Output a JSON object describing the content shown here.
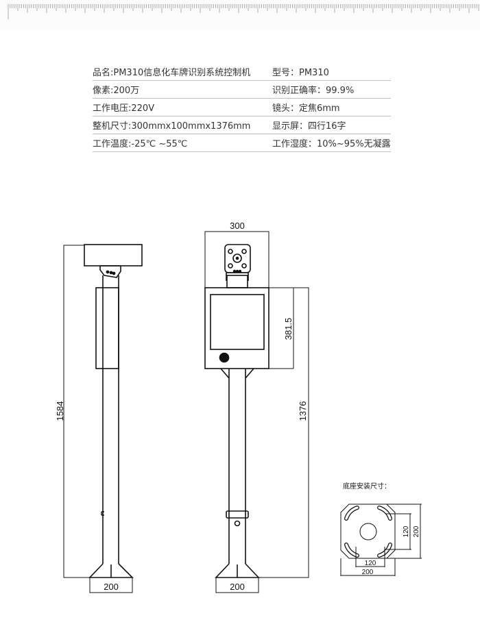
{
  "specs": [
    {
      "left": "品名:PM310信息化车牌识别系统控制机",
      "right": "型号：PM310"
    },
    {
      "left": "像素:200万",
      "right": "识别正确率：99.9%"
    },
    {
      "left": "工作电压:220V",
      "right": "镜头：定焦6mm"
    },
    {
      "left": "整机尺寸:300mmx100mmx1376mm",
      "right": "显示屏：四行16字"
    },
    {
      "left": "工作温度:-25℃ ~55℃",
      "right": "工作湿度：10%~95%无凝露"
    }
  ],
  "side_view": {
    "height_dim": "1584",
    "base_dim": "200"
  },
  "front_view": {
    "width_dim": "300",
    "box_dim": "381.5",
    "height_dim": "1376",
    "base_dim": "200"
  },
  "base_plate": {
    "title": "底座安装尺寸：",
    "hole_dim_h": "120",
    "outer_dim_h": "200",
    "hole_dim_v": "120",
    "outer_dim_v": "200"
  }
}
